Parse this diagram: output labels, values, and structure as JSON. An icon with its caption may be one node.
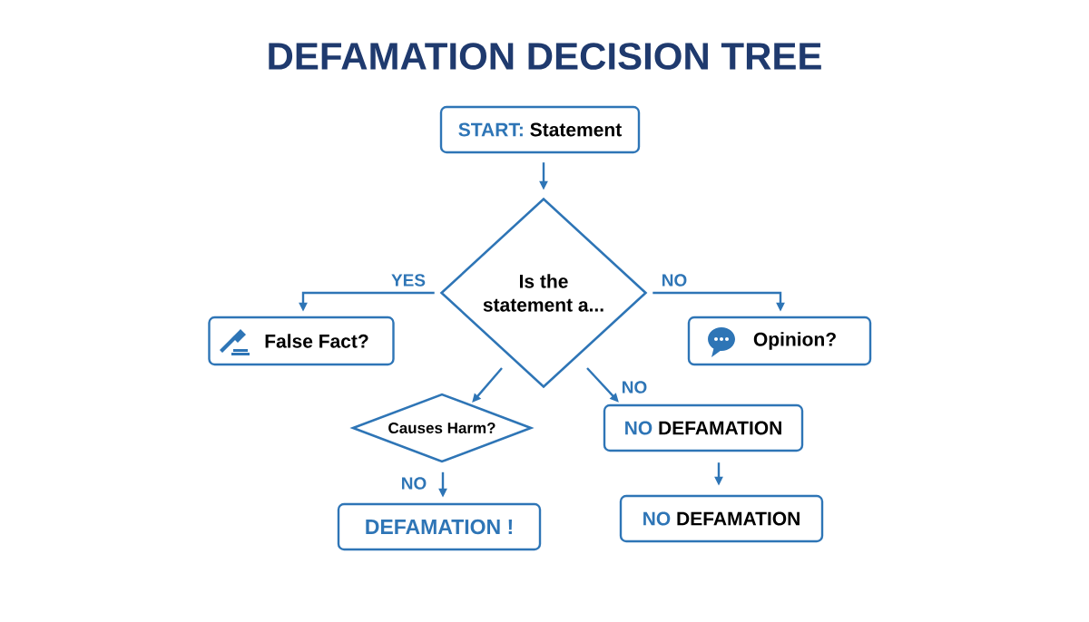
{
  "diagram": {
    "title": "DEFAMATION DECISION TREE",
    "nodes": [
      {
        "text": [
          "START:",
          "Statement"
        ]
      },
      {
        "text": [
          "Is the statement a..."
        ]
      },
      {
        "text": [
          "False Fact?"
        ]
      },
      {
        "text": [
          "Opinion?"
        ]
      },
      {
        "text": [
          "Causes Harm?"
        ]
      },
      {
        "text": [
          "NO",
          "DEFAMATION"
        ]
      },
      {
        "text": [
          "DEFAMATION !"
        ]
      },
      {
        "text": [
          "NO",
          "DEFAMATION"
        ]
      }
    ],
    "edges": [
      {
        "from": 0,
        "to": 1,
        "arrow": "to"
      },
      {
        "from": 1,
        "to": 2,
        "arrow": "to",
        "label": "YES"
      },
      {
        "from": 1,
        "to": 3,
        "arrow": "to",
        "label": "NO"
      },
      {
        "from": 1,
        "to": 4,
        "arrow": "to"
      },
      {
        "from": 1,
        "to": 5,
        "arrow": "to",
        "label": "NO"
      },
      {
        "from": 4,
        "to": 6,
        "arrow": "to",
        "label": "NO"
      },
      {
        "from": 5,
        "to": 7,
        "arrow": "to"
      }
    ]
  }
}
